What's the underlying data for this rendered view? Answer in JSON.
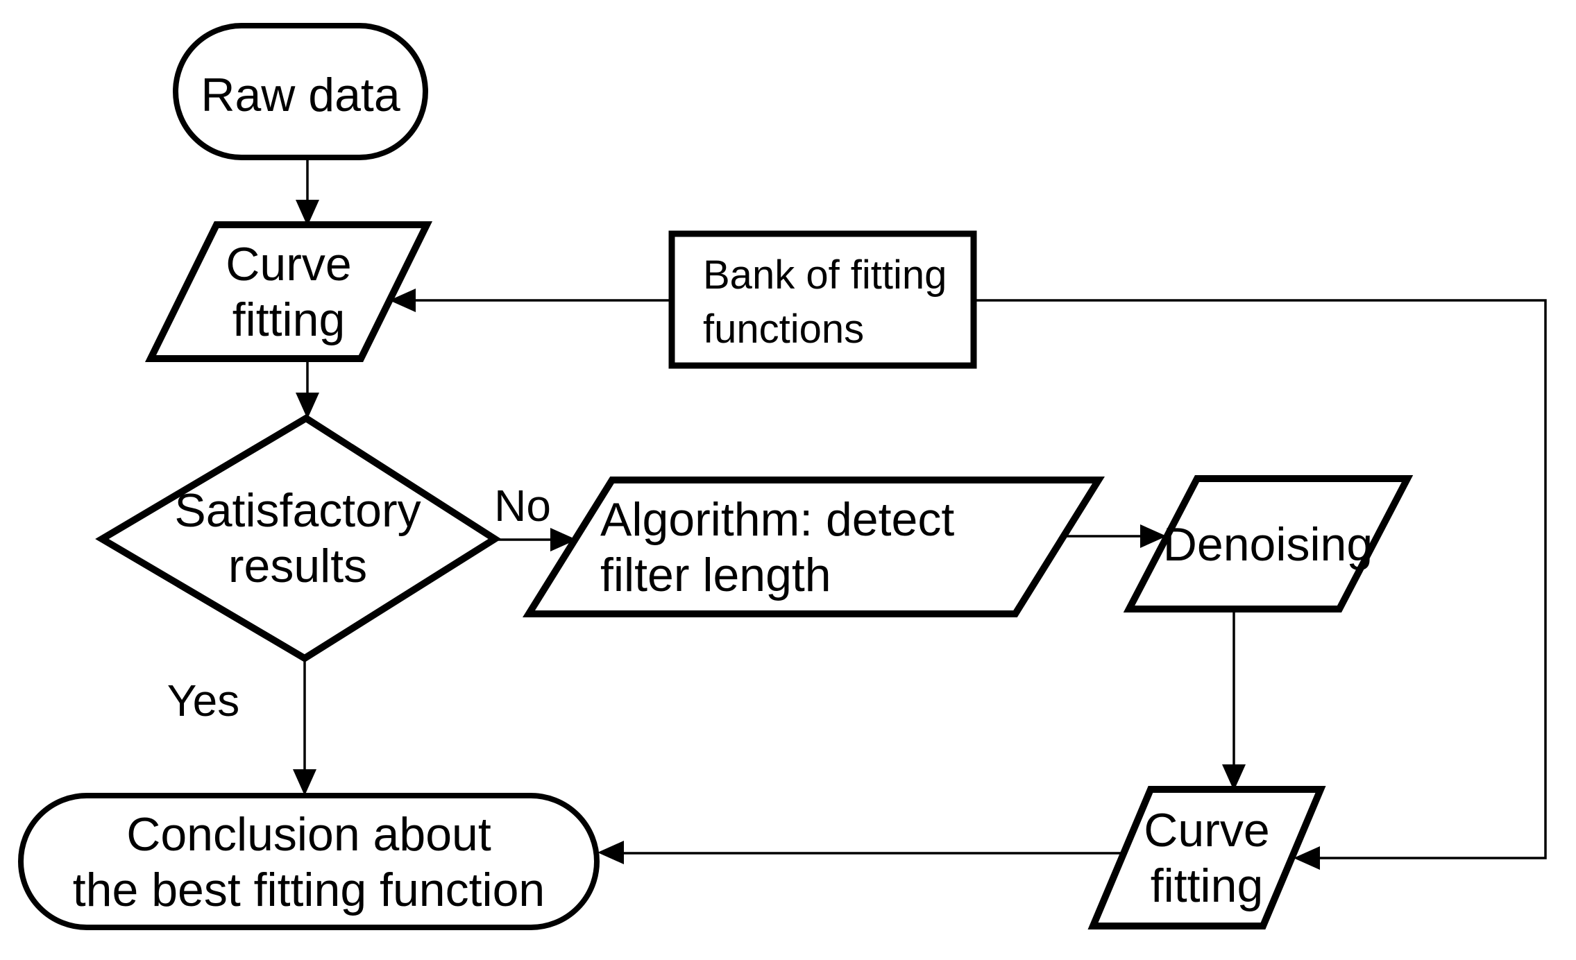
{
  "diagram_type": "flowchart",
  "nodes": {
    "raw_data": {
      "shape": "stadium",
      "label": "Raw data"
    },
    "curve_fitting_input": {
      "shape": "parallelogram",
      "line1": "Curve",
      "line2": "fitting"
    },
    "bank_of_functions": {
      "shape": "rectangle",
      "line1": "Bank of fitting",
      "line2": "functions"
    },
    "satisfactory_results": {
      "shape": "diamond",
      "line1": "Satisfactory",
      "line2": "results"
    },
    "detect_filter_length": {
      "shape": "parallelogram",
      "line1": "Algorithm: detect",
      "line2": "filter length"
    },
    "denoising": {
      "shape": "parallelogram",
      "label": "Denoising"
    },
    "curve_fitting_denoised": {
      "shape": "parallelogram",
      "line1": "Curve",
      "line2": "fitting"
    },
    "conclusion": {
      "shape": "stadium",
      "line1": "Conclusion about",
      "line2": "the best fitting function"
    }
  },
  "edge_labels": {
    "no": "No",
    "yes": "Yes"
  },
  "colors": {
    "stroke": "#000000",
    "fill": "#ffffff",
    "background": "#ffffff"
  }
}
